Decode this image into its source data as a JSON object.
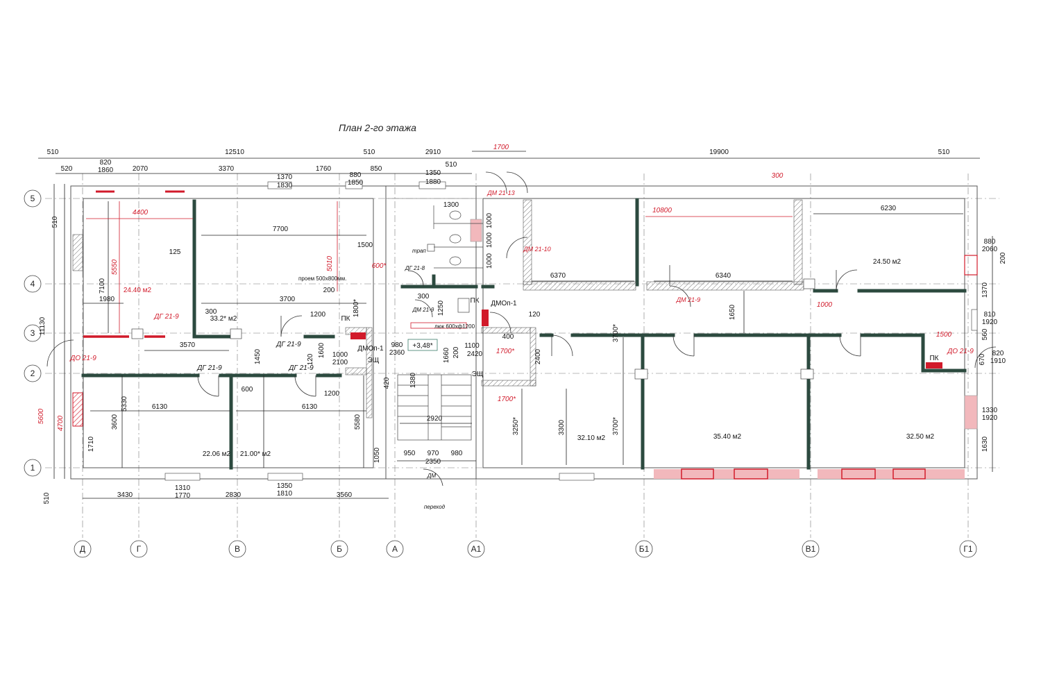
{
  "title": "План 2-го этажа",
  "axes": {
    "rows": [
      "5",
      "4",
      "3",
      "2",
      "1"
    ],
    "columns": [
      "Д",
      "Г",
      "В",
      "Б",
      "А",
      "А1",
      "Б1",
      "В1",
      "Г1"
    ]
  },
  "top_dimensions": {
    "row1": [
      "510",
      "12510",
      "510",
      "2910",
      "1700",
      "19900",
      "510"
    ],
    "row2": [
      "520",
      "820",
      "1860",
      "2070",
      "3370",
      "1370",
      "1830",
      "1760",
      "880",
      "1850",
      "850",
      "1350",
      "1880",
      "510",
      "300"
    ]
  },
  "bottom_dimensions": [
    "3430",
    "1310",
    "1770",
    "2830",
    "1350",
    "1810",
    "3560",
    "950",
    "970",
    "2350",
    "980"
  ],
  "left_dimensions": [
    "510",
    "7100",
    "5550",
    "11130",
    "5600",
    "4700",
    "1710",
    "3600",
    "5330",
    "510"
  ],
  "right_dimensions": [
    "880",
    "2060",
    "200",
    "1370",
    "810",
    "1920",
    "560",
    "670",
    "820",
    "1910",
    "1330",
    "1920",
    "1630"
  ],
  "interior_dimensions": [
    "4400",
    "7700",
    "125",
    "1980",
    "300",
    "3700",
    "1500",
    "5010",
    "600*",
    "200",
    "1200",
    "1800*",
    "3570",
    "1450",
    "1600",
    "120",
    "600",
    "6130",
    "6130",
    "1200",
    "5580",
    "1300",
    "1000",
    "1000",
    "1000",
    "300",
    "1250",
    "1660",
    "200",
    "1100",
    "2420",
    "1380",
    "420",
    "2920",
    "1050",
    "6370",
    "10800",
    "6340",
    "6230",
    "120",
    "1650",
    "3700*",
    "1000",
    "1500",
    "400",
    "1700*",
    "2400",
    "1700*",
    "3250*",
    "3300",
    "3700*"
  ],
  "areas": {
    "red": "24.40 м2",
    "list": [
      "33.2* м2",
      "22.06 м2",
      "21.00* м2",
      "32.10 м2",
      "35.40 м2",
      "32.50 м2",
      "24.50 м2"
    ]
  },
  "doors": {
    "red": [
      "ДГ 21-9",
      "ДО 21-9",
      "ДМ 21-13",
      "ДМ 21-10",
      "ДМ 21-9",
      "ДО 21-9"
    ],
    "black": [
      "ДГ 21-9",
      "ДГ 21-9",
      "ДГ 21-9",
      "ДГ 21-8",
      "ДМ 21-9",
      "ДМОп-1",
      "ДМОп-1",
      "ДМ"
    ]
  },
  "equipment": [
    "ПК",
    "ПК",
    "ПК",
    "ЭЩ",
    "ЭЩ"
  ],
  "opening_sizes": [
    "1000",
    "2100",
    "980",
    "2360"
  ],
  "annotations": {
    "opening": "проем 500х800мм.",
    "hatch": "люк 600хф1200",
    "drain": "трап",
    "level": "+3,48*",
    "passage": "переход"
  },
  "colors": {
    "wall": "#2c4a3f",
    "accent": "#d11a2a",
    "hatch_pink": "#f2b8bc",
    "outline": "#555555"
  }
}
